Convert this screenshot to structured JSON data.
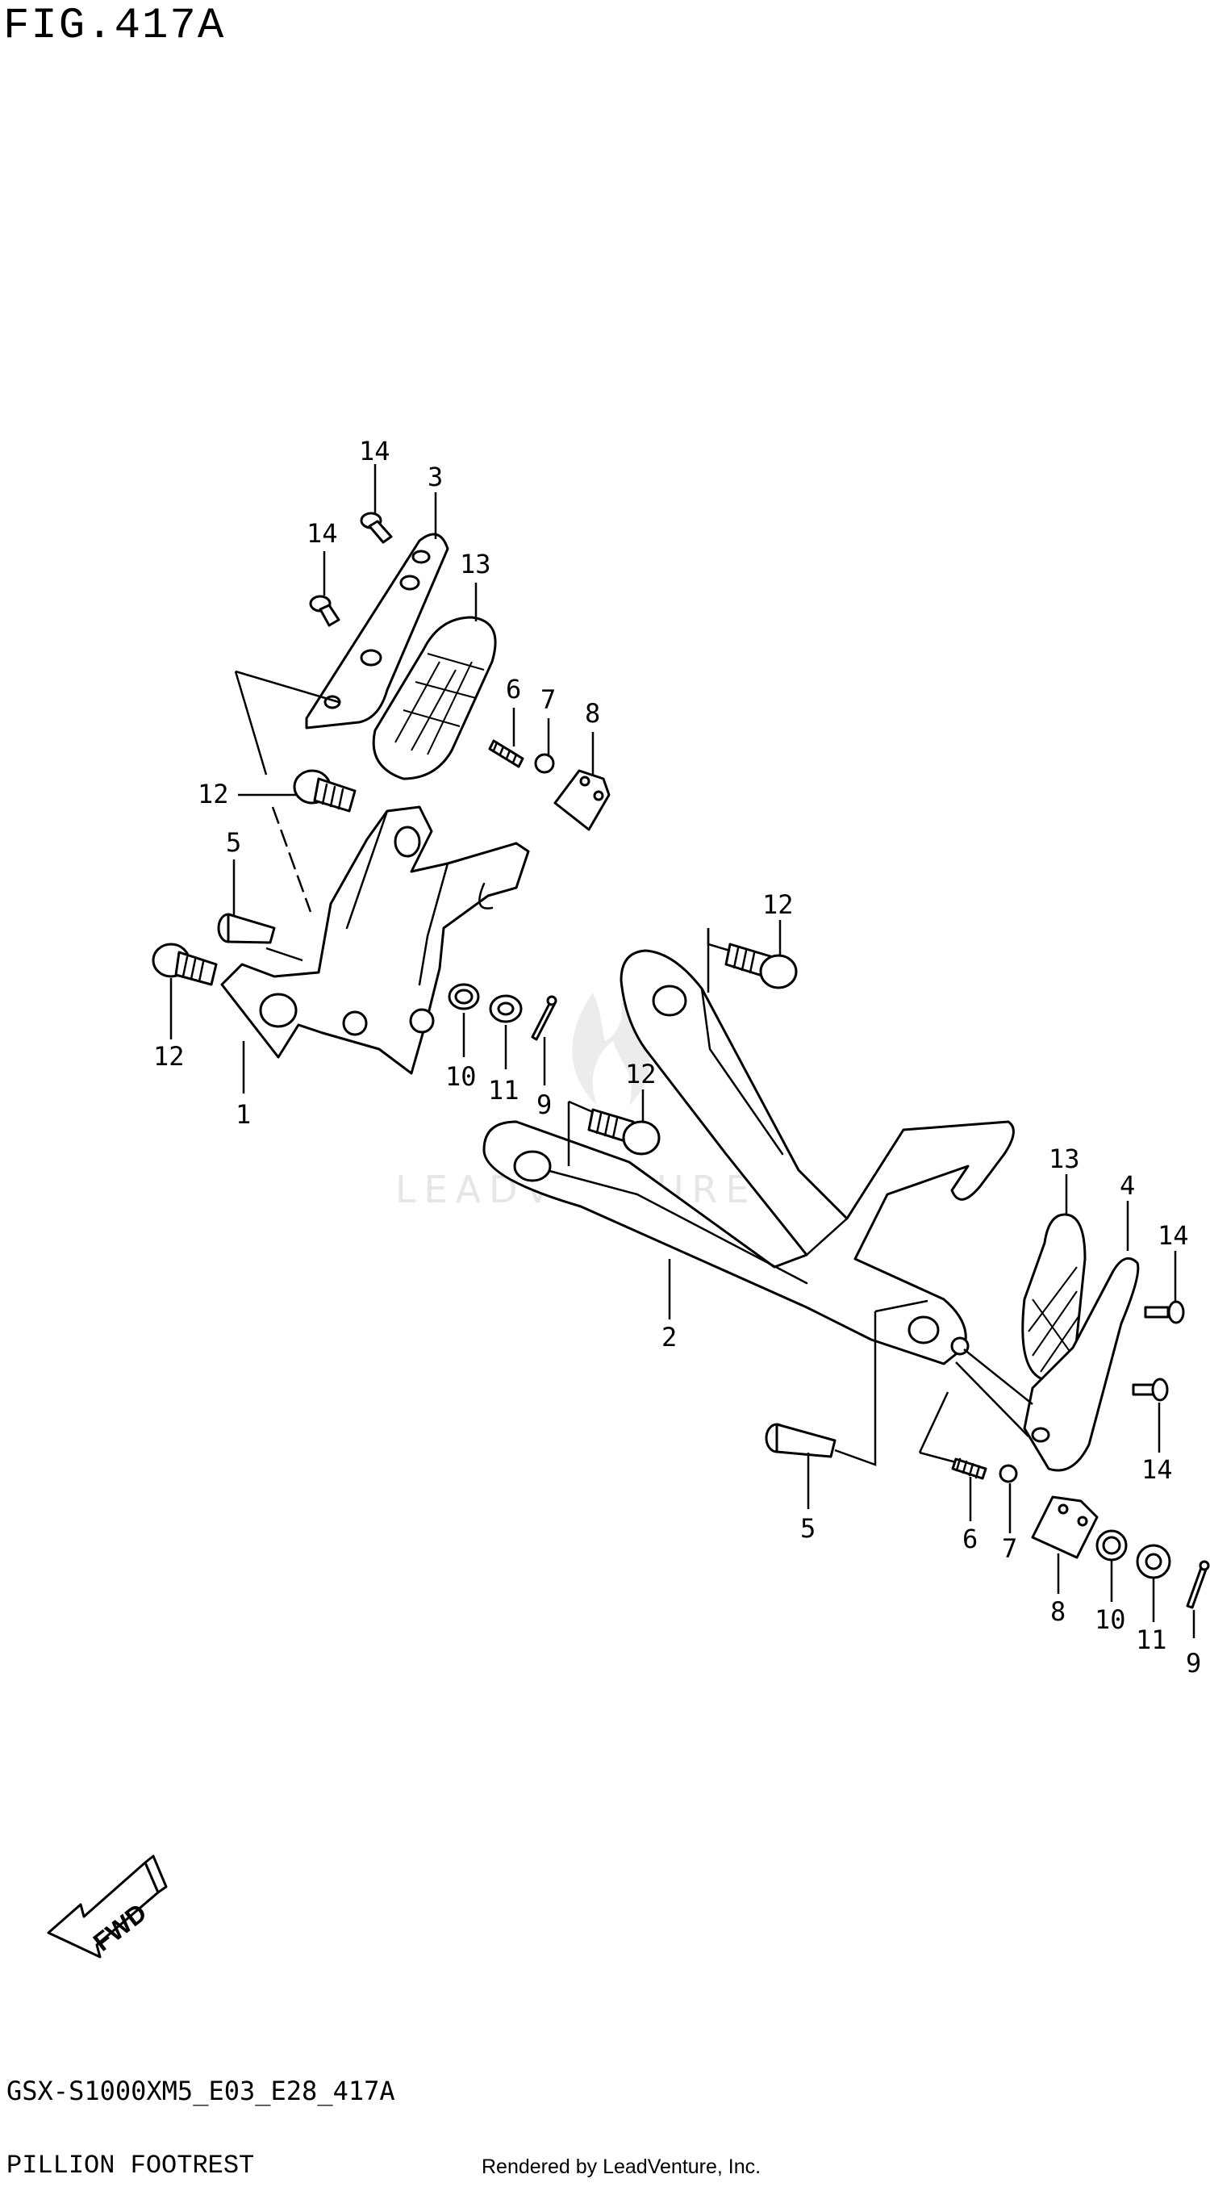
{
  "figure": {
    "title": "FIG.417A",
    "model_code": "GSX-S1000XM5_E03_E28_417A",
    "section_name": "PILLION FOOTREST",
    "credit": "Rendered by LeadVenture, Inc.",
    "watermark": "LEADVENTURE",
    "direction_label": "FWD"
  },
  "callouts": [
    {
      "name": "callout-14-top",
      "label": "14"
    },
    {
      "name": "callout-3",
      "label": "3"
    },
    {
      "name": "callout-14-left",
      "label": "14"
    },
    {
      "name": "callout-13-left",
      "label": "13"
    },
    {
      "name": "callout-6-left",
      "label": "6"
    },
    {
      "name": "callout-7-left",
      "label": "7"
    },
    {
      "name": "callout-8-left",
      "label": "8"
    },
    {
      "name": "callout-12-upper-left",
      "label": "12"
    },
    {
      "name": "callout-5-left",
      "label": "5"
    },
    {
      "name": "callout-12-lower-left",
      "label": "12"
    },
    {
      "name": "callout-1",
      "label": "1"
    },
    {
      "name": "callout-10-left",
      "label": "10"
    },
    {
      "name": "callout-11-left",
      "label": "11"
    },
    {
      "name": "callout-9-left",
      "label": "9"
    },
    {
      "name": "callout-12-right-upper",
      "label": "12"
    },
    {
      "name": "callout-12-right-middle",
      "label": "12"
    },
    {
      "name": "callout-2",
      "label": "2"
    },
    {
      "name": "callout-13-right",
      "label": "13"
    },
    {
      "name": "callout-4",
      "label": "4"
    },
    {
      "name": "callout-14-right-upper",
      "label": "14"
    },
    {
      "name": "callout-14-right-lower",
      "label": "14"
    },
    {
      "name": "callout-5-right",
      "label": "5"
    },
    {
      "name": "callout-6-right",
      "label": "6"
    },
    {
      "name": "callout-7-right",
      "label": "7"
    },
    {
      "name": "callout-8-right",
      "label": "8"
    },
    {
      "name": "callout-10-right",
      "label": "10"
    },
    {
      "name": "callout-11-right",
      "label": "11"
    },
    {
      "name": "callout-9-right",
      "label": "9"
    }
  ]
}
